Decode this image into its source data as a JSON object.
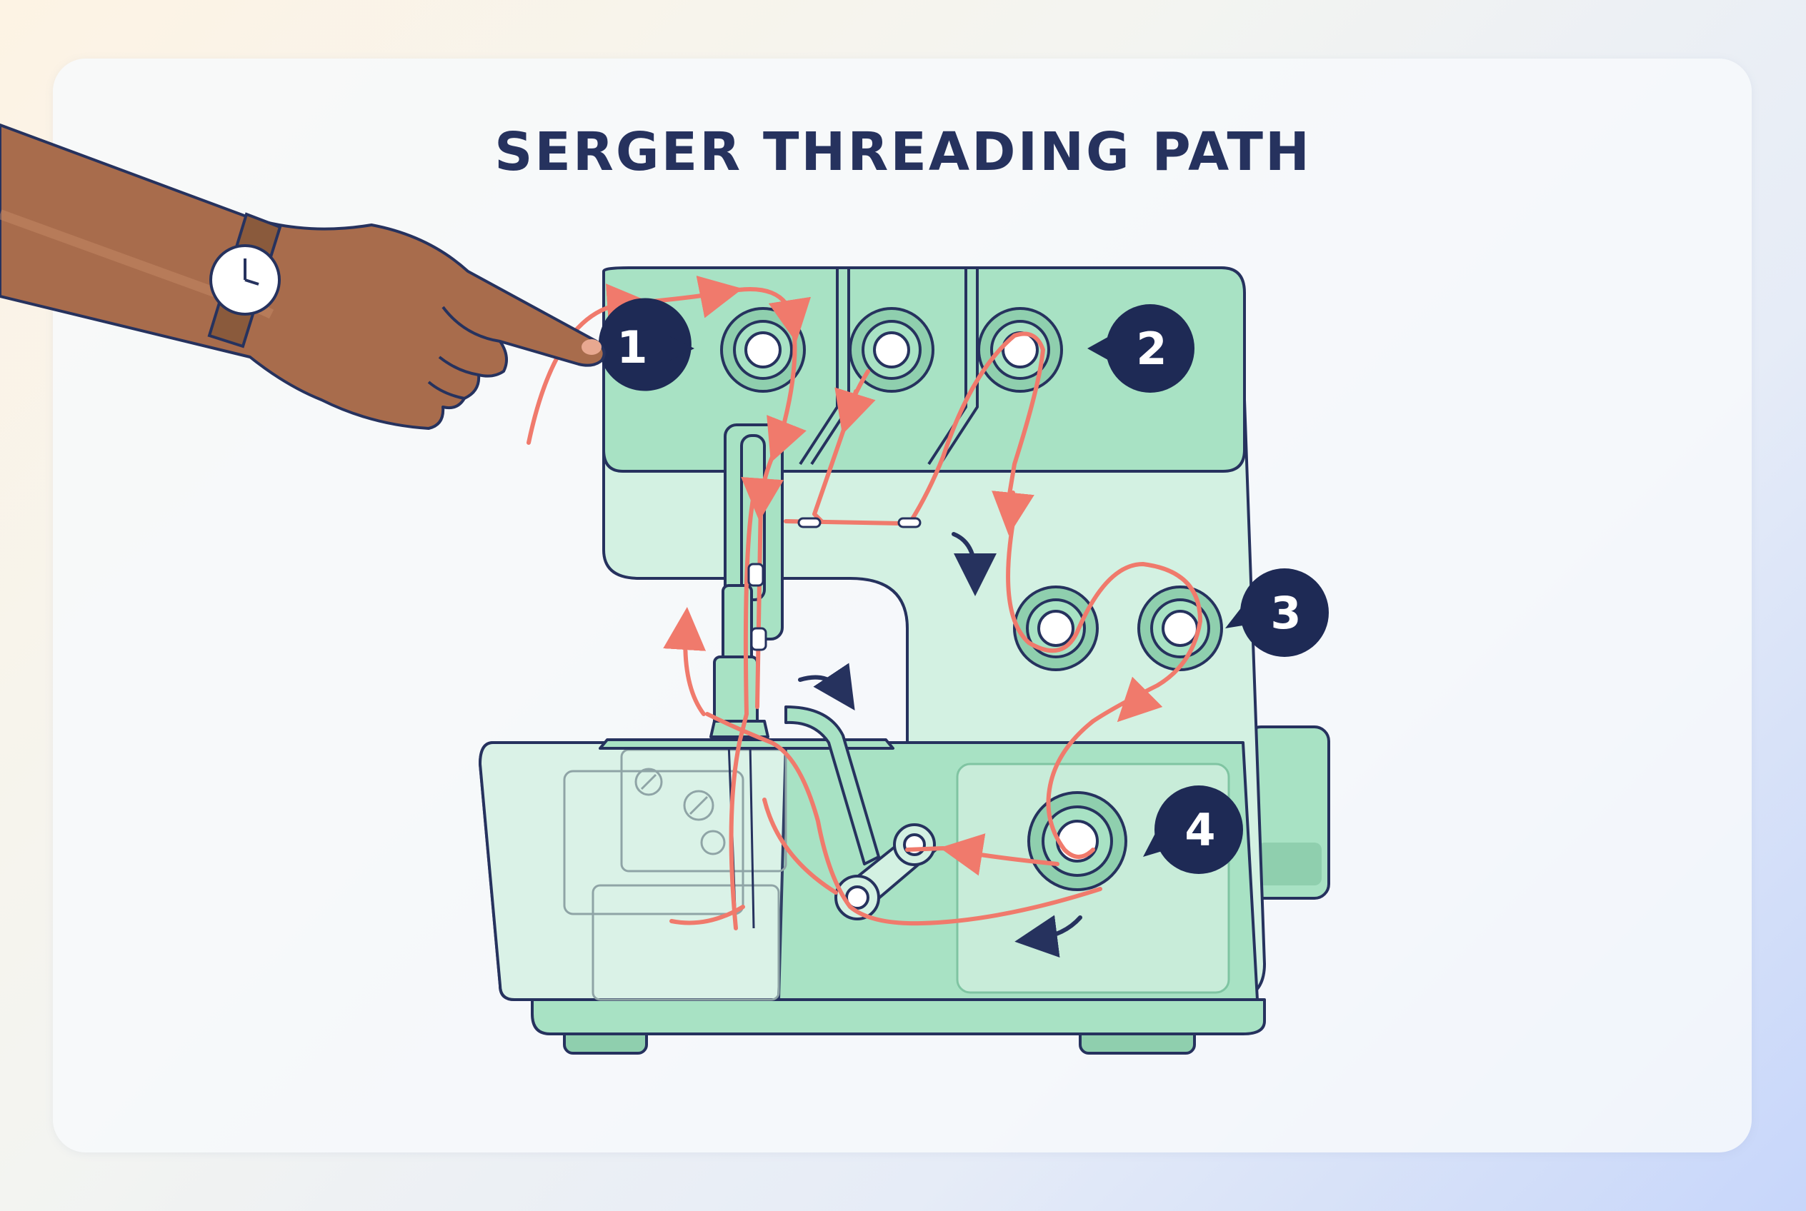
{
  "title": "SERGER THREADING PATH",
  "steps": [
    {
      "label": "1"
    },
    {
      "label": "2"
    },
    {
      "label": "3"
    },
    {
      "label": "4"
    }
  ],
  "icons": [
    "pointing-hand-icon",
    "wristwatch-icon",
    "direction-arrow-icon"
  ],
  "colors": {
    "machine_body": "#a8e2c4",
    "machine_light": "#d3f1e2",
    "outline": "#26325e",
    "thread": "#f07a6c",
    "badge": "#1e2a55",
    "skin": "#a86c4c",
    "watch_strap": "#8a5a3c"
  }
}
